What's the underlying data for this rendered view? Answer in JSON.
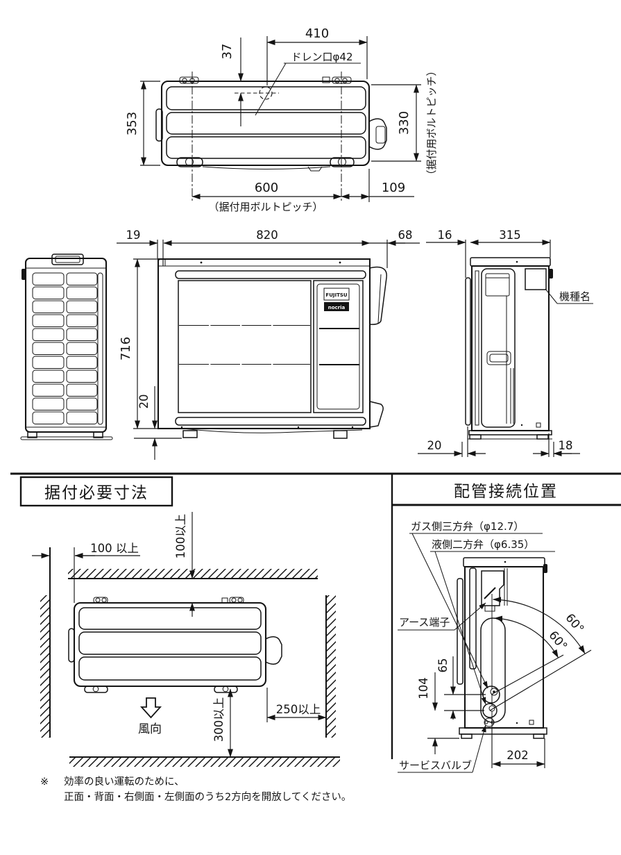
{
  "top_view": {
    "dim_width_top": "410",
    "dim_drain_offset": "37",
    "drain_label": "ドレン口φ42",
    "dim_depth": "353",
    "dim_bolt_pitch_v": "330",
    "dim_bolt_pitch_h": "600",
    "dim_right_offset": "109",
    "bolt_pitch_note": "（据付用ボルトピッチ）"
  },
  "front_view": {
    "dim_back_offset": "19",
    "dim_width": "820",
    "dim_handle": "68",
    "dim_panel_gap": "16",
    "dim_depth": "315",
    "dim_height": "716",
    "dim_leg_height": "20",
    "dim_base_left": "20",
    "dim_base_right": "18",
    "logo_top": "FUJITSU",
    "logo_bottom": "nocria",
    "model_label": "機種名"
  },
  "installation": {
    "title": "据付必要寸法",
    "clearance_left": "100 以上",
    "clearance_top": "100以上",
    "clearance_bottom": "300以上",
    "clearance_right": "250以上",
    "wind_label": "風向",
    "note_mark": "※",
    "note_line1": "効率の良い運転のために、",
    "note_line2": "正面・背面・右側面・左側面のうち2方向を開放してください。"
  },
  "piping": {
    "title": "配管接続位置",
    "gas_valve_label": "ガス側三方弁（φ12.7）",
    "liquid_valve_label": "液側二方弁（φ6.35）",
    "earth_label": "アース端子",
    "service_label": "サービスバルブ",
    "dim_gas_height": "65",
    "dim_liquid_height": "104",
    "dim_valve_offset": "202",
    "angle_outer": "60°",
    "angle_inner": "60°"
  }
}
